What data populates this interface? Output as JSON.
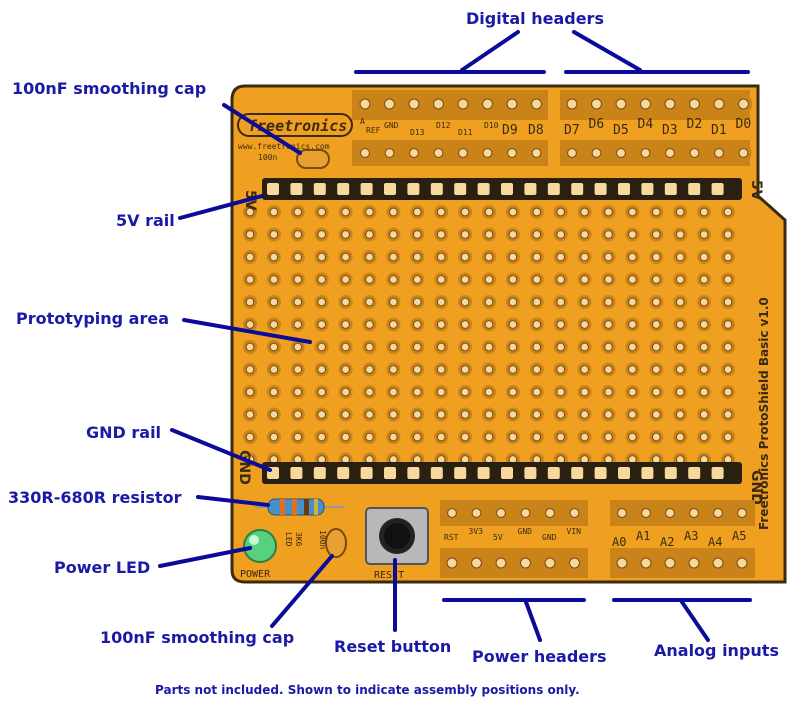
{
  "labels": {
    "digital_headers": "Digital headers",
    "cap_top": "100nF smoothing cap",
    "rail_5v": "5V rail",
    "proto_area": "Prototyping area",
    "gnd_rail": "GND rail",
    "resistor": "330R-680R resistor",
    "power_led": "Power LED",
    "cap_bottom": "100nF smoothing cap",
    "reset_button": "Reset button",
    "power_headers": "Power headers",
    "analog_inputs": "Analog inputs",
    "footer_note": "Parts not included. Shown to indicate assembly positions only."
  },
  "board": {
    "logo": "freetronics",
    "url": "www.freetronics.com",
    "side_text": "Freetronics ProtoShield Basic v1.0",
    "rail_5v_left": "5V",
    "rail_5v_right": "5V",
    "rail_gnd_left": "GND",
    "rail_gnd_right": "GND",
    "cap_label": "100n",
    "cap_label_2": "100n",
    "led_label": "LED",
    "res_label": "3K6",
    "power_label": "POWER",
    "reset_label": "RESET",
    "digital_pins_left": [
      "D9",
      "D8"
    ],
    "digital_pins_right": [
      "D7",
      "D6",
      "D5",
      "D4",
      "D3",
      "D2",
      "D1",
      "D0"
    ],
    "digital_small_left": [
      "A",
      "REF",
      "GND",
      "D13",
      "D12",
      "D11",
      "D10"
    ],
    "power_pins": [
      "RST",
      "3V3",
      "5V",
      "GND",
      "GND",
      "VIN"
    ],
    "analog_pins": [
      "A0",
      "A1",
      "A2",
      "A3",
      "A4",
      "A5"
    ]
  },
  "colors": {
    "board": "#f0a020",
    "copper": "#c98318",
    "label": "#1a1aa6",
    "pad": "#f7d9a0"
  }
}
